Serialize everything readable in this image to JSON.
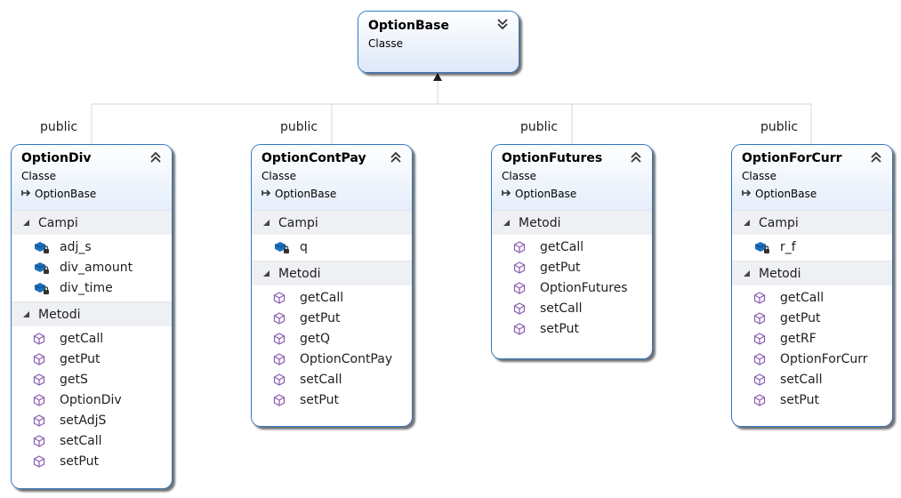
{
  "base": {
    "title": "OptionBase",
    "kind": "Classe"
  },
  "relation_label": "public",
  "classes": [
    {
      "title": "OptionDiv",
      "kind": "Classe",
      "parent": "OptionBase",
      "fields_header": "Campi",
      "fields": [
        "adj_s",
        "div_amount",
        "div_time"
      ],
      "methods_header": "Metodi",
      "methods": [
        "getCall",
        "getPut",
        "getS",
        "OptionDiv",
        "setAdjS",
        "setCall",
        "setPut"
      ]
    },
    {
      "title": "OptionContPay",
      "kind": "Classe",
      "parent": "OptionBase",
      "fields_header": "Campi",
      "fields": [
        "q"
      ],
      "methods_header": "Metodi",
      "methods": [
        "getCall",
        "getPut",
        "getQ",
        "OptionContPay",
        "setCall",
        "setPut"
      ]
    },
    {
      "title": "OptionFutures",
      "kind": "Classe",
      "parent": "OptionBase",
      "methods_header": "Metodi",
      "methods": [
        "getCall",
        "getPut",
        "OptionFutures",
        "setCall",
        "setPut"
      ]
    },
    {
      "title": "OptionForCurr",
      "kind": "Classe",
      "parent": "OptionBase",
      "fields_header": "Campi",
      "fields": [
        "r_f"
      ],
      "methods_header": "Metodi",
      "methods": [
        "getCall",
        "getPut",
        "getRF",
        "OptionForCurr",
        "setCall",
        "setPut"
      ]
    }
  ],
  "colors": {
    "border": "#2d79c4",
    "field_icon": "#1a6fb8",
    "method_icon": "#8a5bb0",
    "connector": "#c8ccd2"
  }
}
